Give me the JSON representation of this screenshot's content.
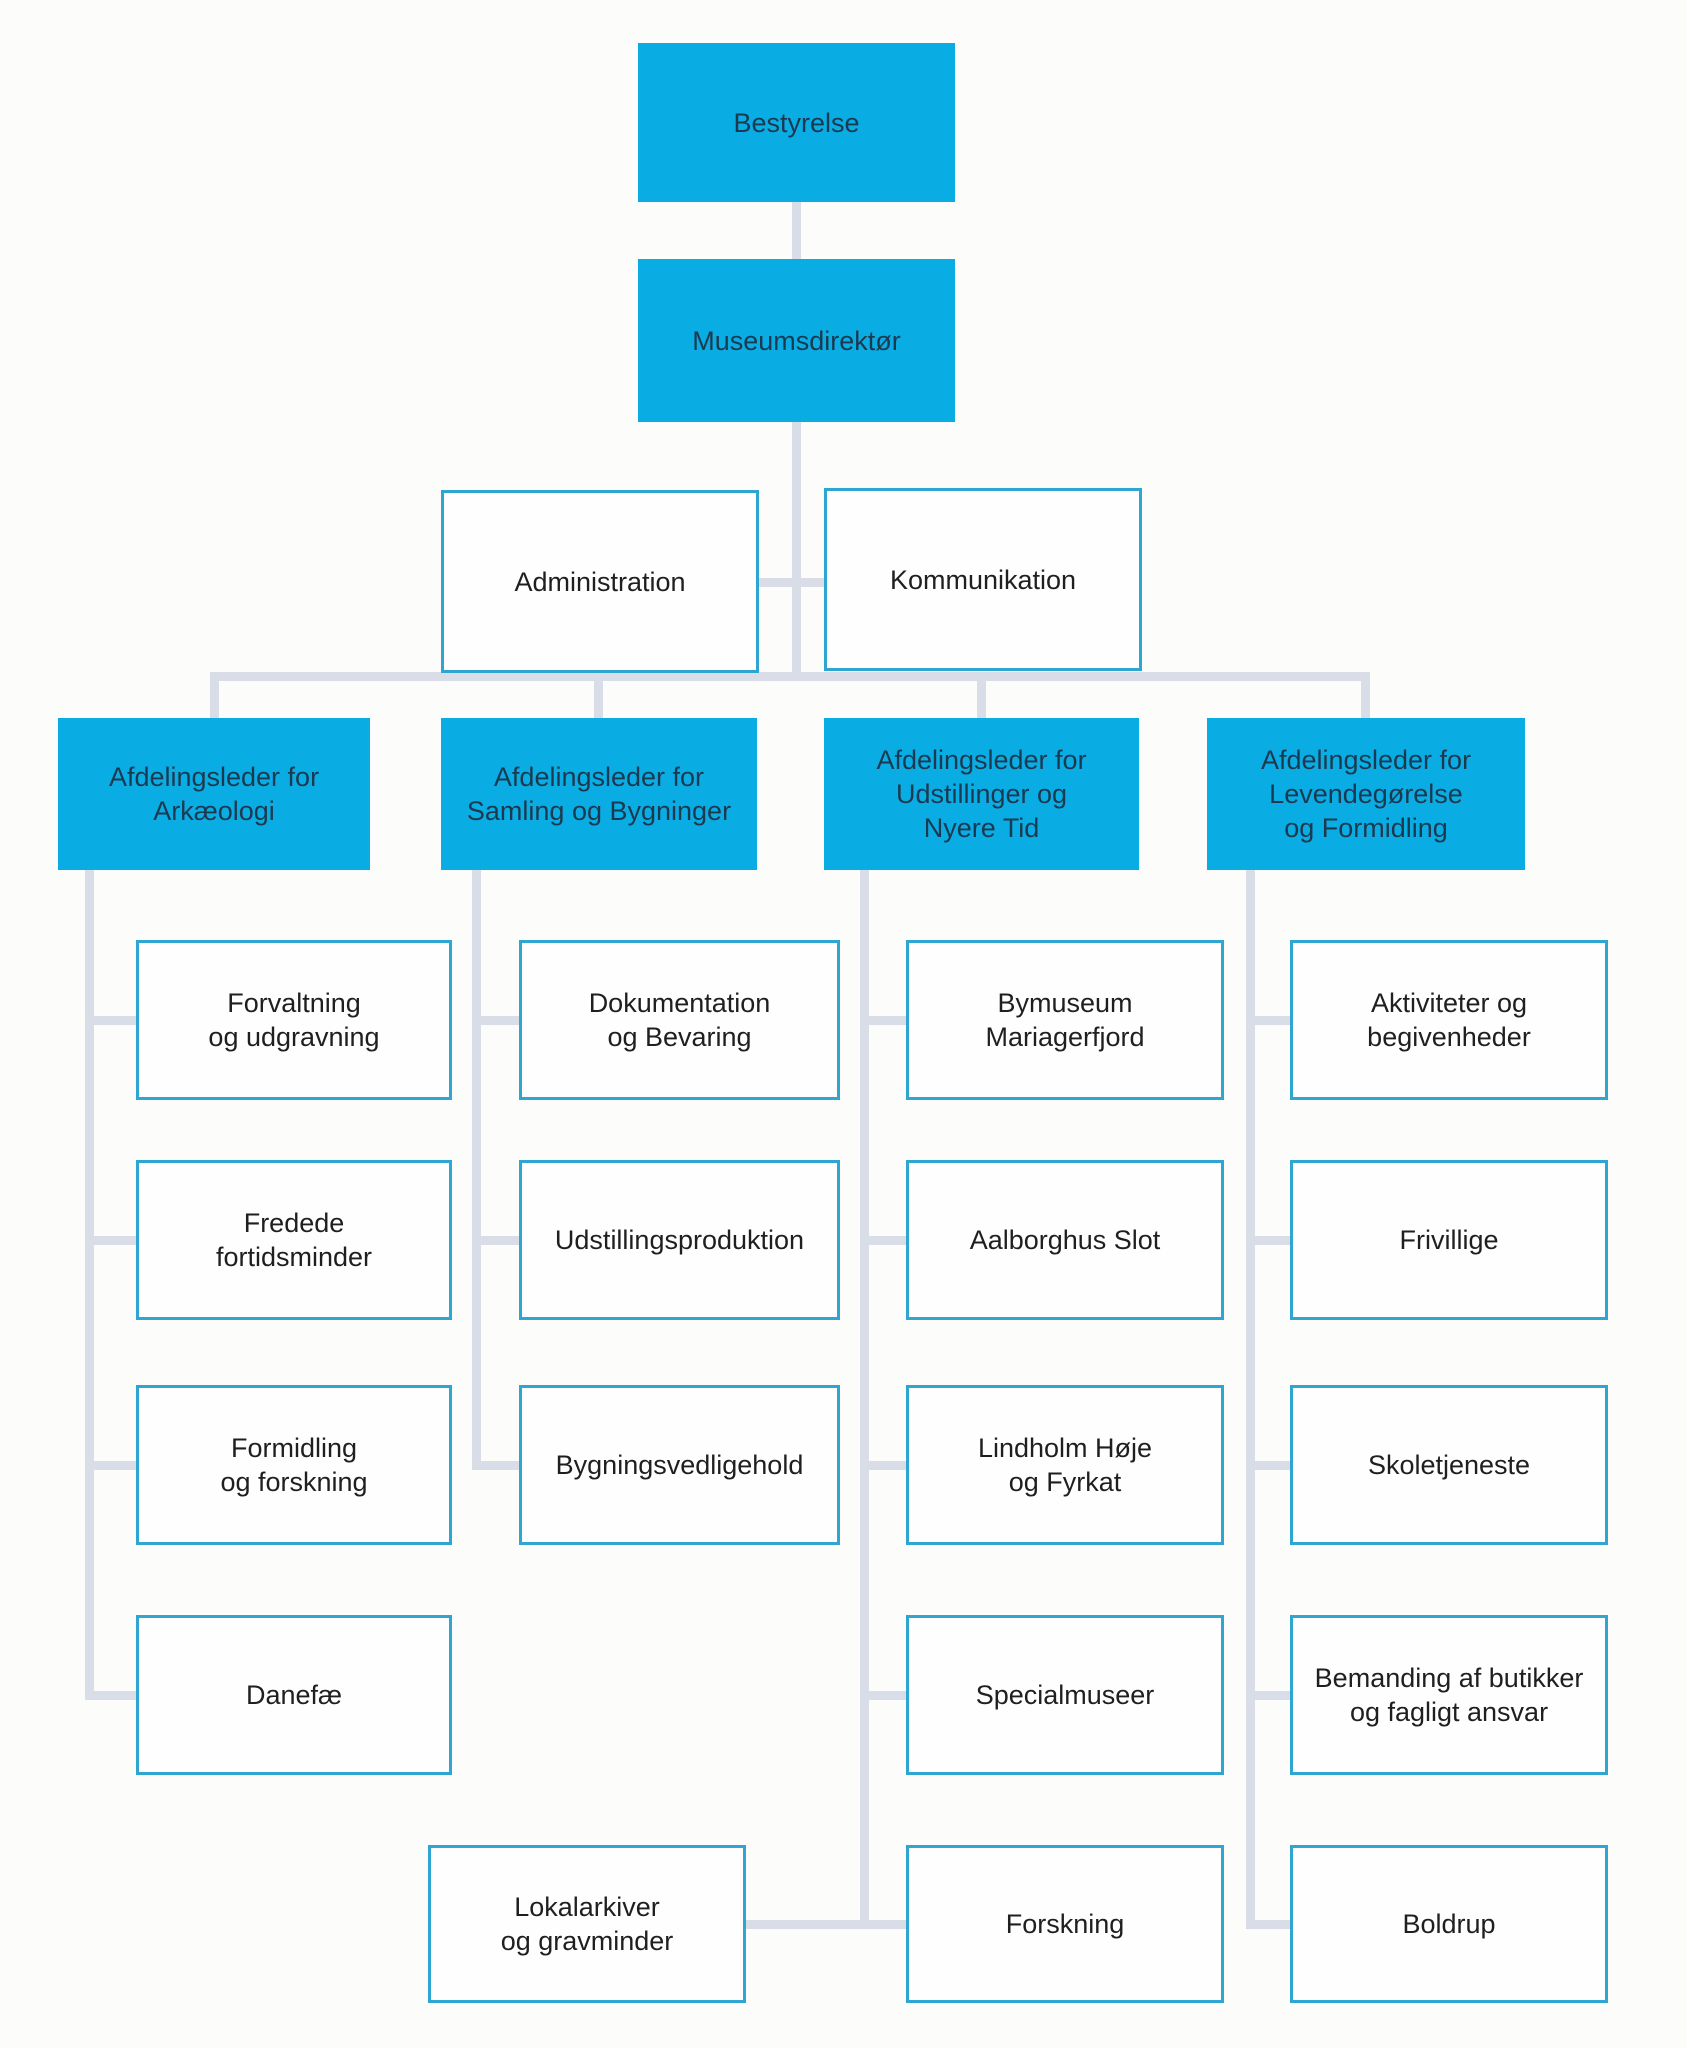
{
  "colors": {
    "node_fill": "#0aace4",
    "node_border": "#2fa6d2",
    "connector": "#d9dde8",
    "text_on_blue": "#1b3a50",
    "text_on_white": "#1f1f1f"
  },
  "org": {
    "board": "Bestyrelse",
    "director": "Museumsdirektør",
    "staff_units": [
      "Administration",
      "Kommunikation"
    ],
    "departments": [
      {
        "label": "Afdelingsleder for\nArkæologi",
        "children": [
          "Forvaltning\nog udgravning",
          "Fredede\nfortidsminder",
          "Formidling\nog forskning",
          "Danefæ"
        ]
      },
      {
        "label": "Afdelingsleder for\nSamling og Bygninger",
        "children": [
          "Dokumentation\nog Bevaring",
          "Udstillingsproduktion",
          "Bygningsvedligehold",
          "Lokalarkiver\nog gravminder"
        ]
      },
      {
        "label": "Afdelingsleder for\nUdstillinger og\nNyere Tid",
        "children": [
          "Bymuseum\nMariagerfjord",
          "Aalborghus Slot",
          "Lindholm Høje\nog Fyrkat",
          "Specialmuseer",
          "Forskning"
        ]
      },
      {
        "label": "Afdelingsleder for\nLevendegørelse\nog Formidling",
        "children": [
          "Aktiviteter og\nbegivenheder",
          "Frivillige",
          "Skoletjeneste",
          "Bemanding af butikker\nog fagligt ansvar",
          "Boldrup"
        ]
      }
    ]
  }
}
